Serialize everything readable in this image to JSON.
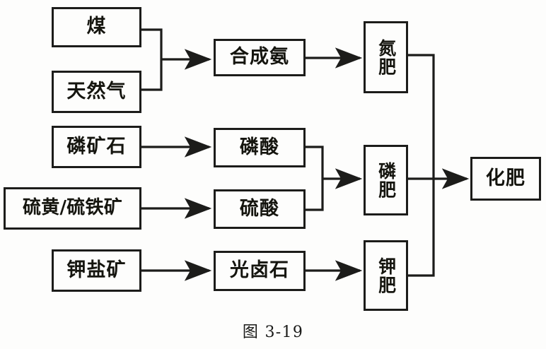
{
  "figure": {
    "caption": "图 3-19",
    "colors": {
      "background": "#fdfdfc",
      "stroke": "#1c1c1a",
      "text": "#15150f"
    }
  },
  "nodes": {
    "coal": {
      "label": "煤"
    },
    "natural_gas": {
      "label": "天然气"
    },
    "phosphate_rock": {
      "label": "磷矿石"
    },
    "sulfur_pyrite": {
      "label": "硫黄/硫铁矿"
    },
    "potash_ore": {
      "label": "钾盐矿"
    },
    "synthetic_ammonia": {
      "label": "合成氨"
    },
    "phosphoric_acid": {
      "label": "磷酸"
    },
    "sulfuric_acid": {
      "label": "硫酸"
    },
    "carnallite": {
      "label": "光卤石"
    },
    "nitrogen_fertilizer": {
      "label": "氮肥"
    },
    "phosphate_fertilizer": {
      "label": "磷肥"
    },
    "potash_fertilizer": {
      "label": "钾肥"
    },
    "compound_fertilizer": {
      "label": "化肥"
    }
  },
  "edges": [
    {
      "from": "coal",
      "to": "synthetic_ammonia"
    },
    {
      "from": "natural_gas",
      "to": "synthetic_ammonia"
    },
    {
      "from": "synthetic_ammonia",
      "to": "nitrogen_fertilizer"
    },
    {
      "from": "phosphate_rock",
      "to": "phosphoric_acid"
    },
    {
      "from": "sulfur_pyrite",
      "to": "sulfuric_acid"
    },
    {
      "from": "phosphoric_acid",
      "to": "phosphate_fertilizer"
    },
    {
      "from": "sulfuric_acid",
      "to": "phosphate_fertilizer"
    },
    {
      "from": "potash_ore",
      "to": "carnallite"
    },
    {
      "from": "carnallite",
      "to": "potash_fertilizer"
    },
    {
      "from": "nitrogen_fertilizer",
      "to": "compound_fertilizer"
    },
    {
      "from": "phosphate_fertilizer",
      "to": "compound_fertilizer"
    },
    {
      "from": "potash_fertilizer",
      "to": "compound_fertilizer"
    }
  ]
}
